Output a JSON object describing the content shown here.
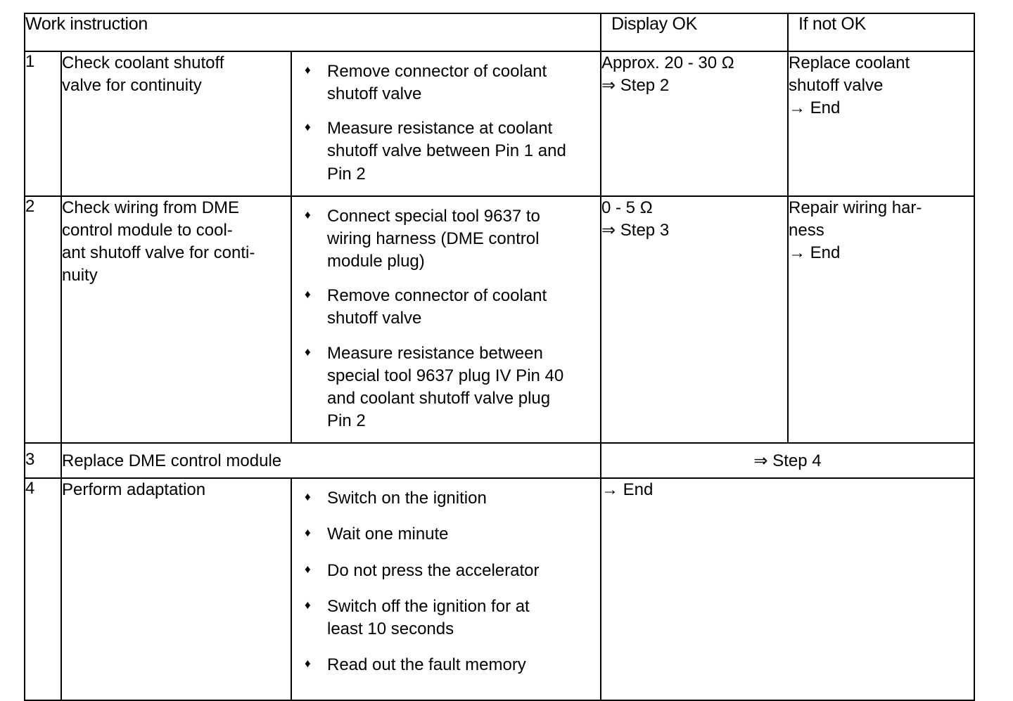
{
  "document": {
    "type": "work-instruction-table",
    "headers": {
      "work_instruction": "Work instruction",
      "display_ok": "Display OK",
      "if_not_ok": "If not OK"
    },
    "symbols": {
      "bullet": "♦",
      "arrow_single": "→",
      "arrow_double": "⇒",
      "ohm": "Ω"
    },
    "rows": [
      {
        "number": "1",
        "instruction_lines": [
          "Check coolant shutoff",
          "valve for continuity"
        ],
        "actions": [
          [
            "Remove connector of coolant",
            "shutoff valve"
          ],
          [
            "Measure resistance at coolant",
            "shutoff valve between Pin 1 and",
            "Pin 2"
          ]
        ],
        "display_ok_lines": [
          "Approx. 20 - 30 Ω",
          "⇒ Step 2"
        ],
        "if_not_ok_lines": [
          "Replace coolant",
          "shutoff valve",
          "→ End"
        ]
      },
      {
        "number": "2",
        "instruction_lines": [
          "Check wiring from DME",
          "control module to cool-",
          "ant shutoff valve for conti-",
          "nuity"
        ],
        "actions": [
          [
            "Connect special tool 9637 to",
            "wiring harness (DME control",
            "module plug)"
          ],
          [
            "Remove connector of coolant",
            "shutoff valve"
          ],
          [
            "Measure resistance between",
            "special tool 9637 plug IV Pin 40",
            "and coolant shutoff valve plug",
            "Pin 2"
          ]
        ],
        "display_ok_lines": [
          "0 - 5 Ω",
          "⇒ Step 3"
        ],
        "if_not_ok_lines": [
          "Repair wiring har-",
          "ness",
          "→ End"
        ]
      },
      {
        "number": "3",
        "instruction_lines": [
          "Replace DME control module"
        ],
        "actions": [],
        "merged_instruction": true,
        "merged_result": true,
        "result_lines": [
          "⇒ Step 4"
        ]
      },
      {
        "number": "4",
        "instruction_lines": [
          "Perform adaptation"
        ],
        "actions": [
          [
            "Switch on the ignition"
          ],
          [
            "Wait one minute"
          ],
          [
            "Do not press the accelerator"
          ],
          [
            "Switch off the ignition for at",
            "least 10 seconds"
          ],
          [
            "Read out the fault memory"
          ]
        ],
        "merged_result": true,
        "result_lines": [
          "→ End"
        ]
      }
    ]
  }
}
